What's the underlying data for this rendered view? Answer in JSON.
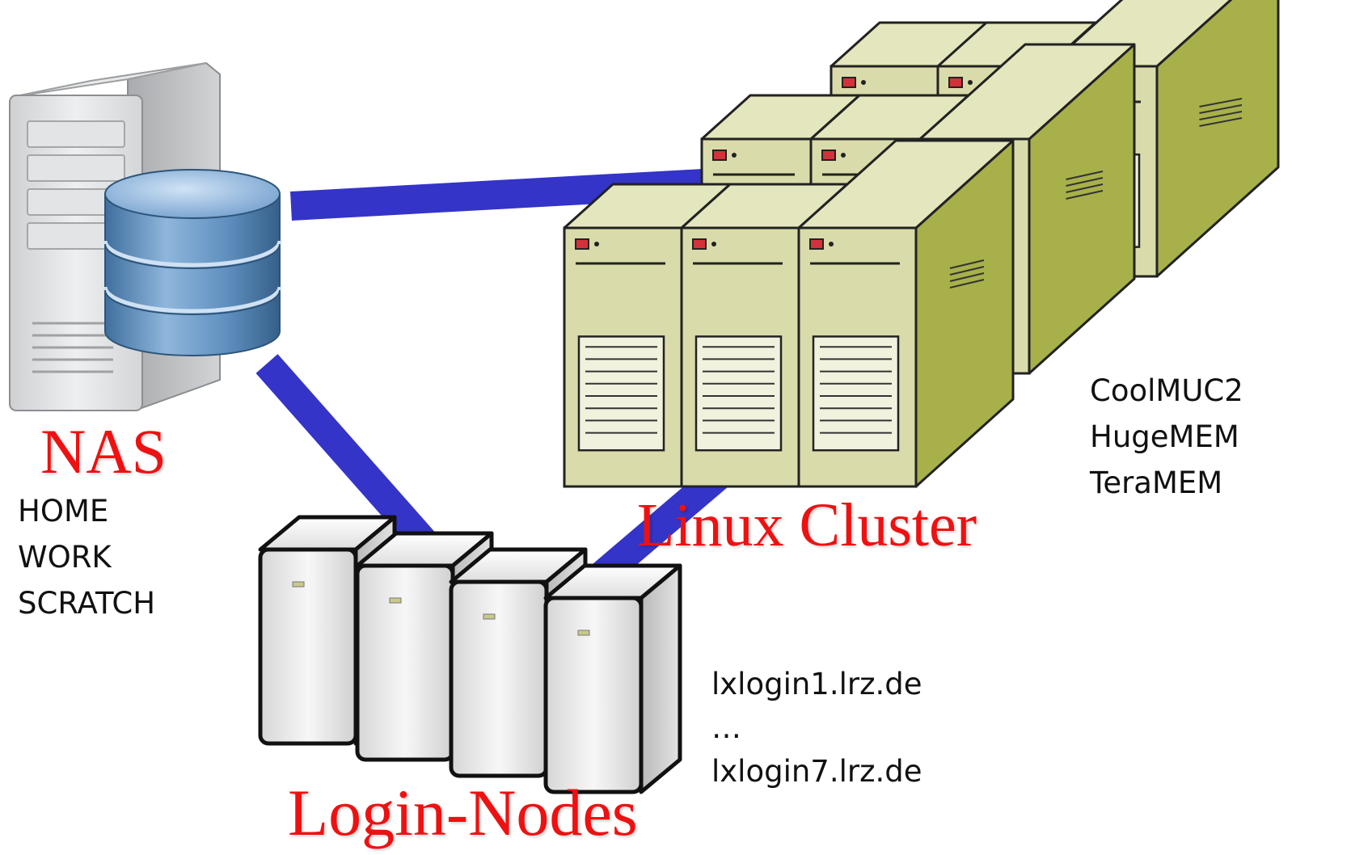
{
  "nas": {
    "label": "NAS",
    "storage": [
      "HOME",
      "WORK",
      "SCRATCH"
    ]
  },
  "cluster": {
    "label": "Linux Cluster",
    "systems": [
      "CoolMUC2",
      "HugeMEM",
      "TeraMEM"
    ]
  },
  "login": {
    "label": "Login-Nodes",
    "hosts": [
      "lxlogin1.lrz.de",
      "…",
      "lxlogin7.lrz.de"
    ]
  },
  "colors": {
    "link": "#3434c8",
    "label_red": "#ee1111",
    "cluster_server": "#d9dcaa",
    "cluster_side": "#a8b04a",
    "database": "#5f8fbf"
  }
}
